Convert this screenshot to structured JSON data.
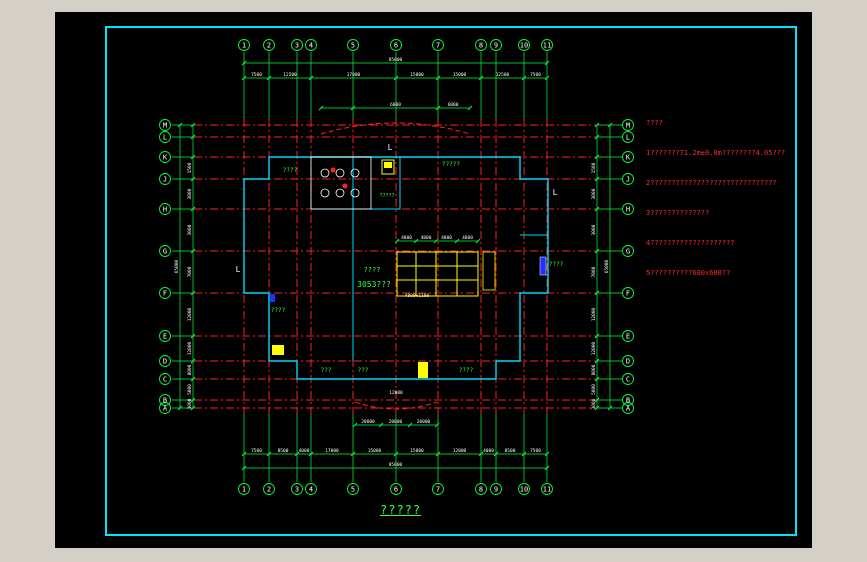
{
  "title": "?????",
  "notes": [
    "????",
    "1???????71.2m±0.0m????????4.05???",
    "2??????????????????????????????",
    "3??????????????",
    "4????????????????????",
    "5??????????600x600??"
  ],
  "axes": {
    "columns": [
      "1",
      "2",
      "3",
      "4",
      "5",
      "6",
      "7",
      "8",
      "9",
      "10",
      "11"
    ],
    "rows": [
      "A",
      "B",
      "C",
      "D",
      "E",
      "F",
      "G",
      "H",
      "J",
      "K",
      "L",
      "M"
    ]
  },
  "dimensions": {
    "top_total": "85000",
    "top_chain": [
      "7500",
      "12500",
      "17000",
      "15000",
      "15000",
      "12500",
      "7500"
    ],
    "bottom_total": "85000",
    "bottom_chain": [
      "7500",
      "8500",
      "4000",
      "17000",
      "15000",
      "15000",
      "12000",
      "4000",
      "8500",
      "7500"
    ],
    "left_chain": [
      "3000",
      "5000",
      "8000",
      "12000",
      "12000",
      "7000",
      "3000",
      "3000",
      "1500"
    ],
    "right_chain": [
      "3000",
      "5000",
      "8000",
      "12000",
      "12000",
      "7000",
      "3000",
      "3000",
      "1500"
    ],
    "left_total": "65000",
    "right_total": "65000",
    "inner_top": [
      "6000",
      "6000"
    ],
    "inner_mid": [
      "4800",
      "4800",
      "4800",
      "4800",
      "4800"
    ],
    "inner_mid2": "4800x1100",
    "bottom_inner": [
      "20000",
      "20000",
      "20000"
    ],
    "bottom_entry": "12000"
  },
  "room_labels": {
    "upper_left": "????",
    "upper_mid": "?????",
    "center_title": "????",
    "center_area": "3053???",
    "right_mid": "????",
    "left_low": "????",
    "bottom_1": "???",
    "bottom_2": "???",
    "bottom_3": "????",
    "kitchen": "?????"
  },
  "colors": {
    "background": "#000000",
    "frame": "#00e5ff",
    "axis": "#00ff3c",
    "grid": "#ff2020",
    "wall": "#00d8ff",
    "accent": "#ffff00",
    "text_red": "#ff2a2a",
    "text_green": "#39ff39",
    "text_white": "#ffffff"
  }
}
